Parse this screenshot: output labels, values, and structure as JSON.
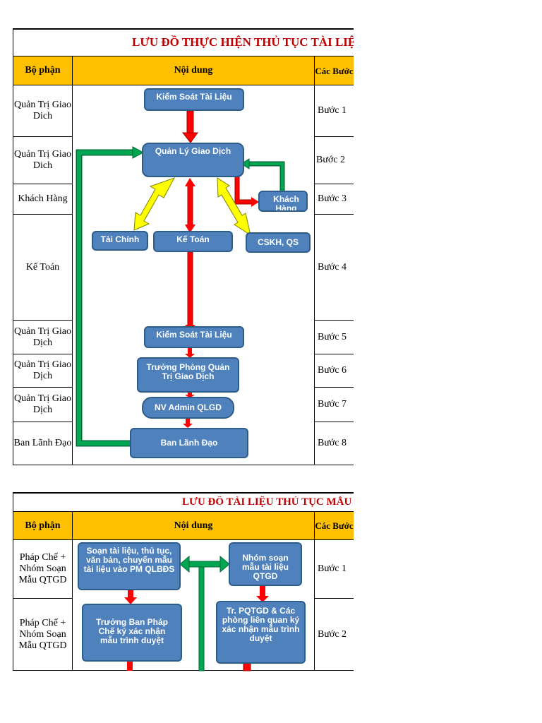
{
  "flow1": {
    "title": "LƯU ĐỒ THỰC HIỆN THỦ TỤC TÀI LIỆU",
    "headers": {
      "dept": "Bộ phận",
      "content": "Nội dung",
      "steps": "Các Bước"
    },
    "depts": [
      "Quản Trị Giao Dich",
      "Quản Trị Giao Dich",
      "Khách Hàng",
      "Kế Toán",
      "Quản Trị Giao Dịch",
      "Quản Trị Giao Dịch",
      "Quản Trị Giao Dịch",
      "Ban Lãnh Đạo"
    ],
    "steps": [
      "Bước 1",
      "Bước 2",
      "Bước 3",
      "Bước 4",
      "Bước 5",
      "Bước 6",
      "Bước 7",
      "Bước 8"
    ],
    "boxes": {
      "kiem_soat_1": "Kiểm Soát Tài Liệu",
      "quan_ly": "Quản Lý Giao Dịch",
      "khach_hang": "Khách Hàng",
      "tai_chinh": "Tài Chính",
      "ke_toan": "Kế Toán",
      "cskh": "CSKH, QS",
      "kiem_soat_2": "Kiểm Soát Tài Liệu",
      "truong_phong": "Trưởng Phòng Quản Trị Giao Dịch",
      "nv_admin": "NV Admin QLGD",
      "ban_lanh_dao": "Ban Lãnh Đạo"
    }
  },
  "flow2": {
    "title": "LƯU ĐỒ TÀI LIỆU THỦ TỤC MẪU",
    "headers": {
      "dept": "Bộ phận",
      "content": "Nội dung",
      "steps": "Các Bước"
    },
    "depts": [
      "Pháp Chế + Nhóm Soạn Mẫu QTGD",
      "Pháp Chế + Nhóm Soạn Mẫu QTGD"
    ],
    "steps": [
      "Bước 1",
      "Bước 2"
    ],
    "boxes": {
      "soan_tai_lieu": "Soạn tài liệu, thủ tục, văn bản, chuyển mẫu tài liệu vào PM QLBĐS",
      "nhom_soan": "Nhóm soạn mẫu tài liệu QTGD",
      "truong_ban": "Trưởng Ban Pháp Chế ký xác nhận mẫu trình duyệt",
      "tr_pqtgd": "Tr. PQTGD & Các phòng liên quan ký xác nhận mẫu trình duyệt"
    }
  },
  "colors": {
    "box_fill": "#4f81bd",
    "header_fill": "#ffc000",
    "title": "#c00000",
    "arrow_red": "#ff0000",
    "arrow_green": "#00a651",
    "arrow_yellow": "#ffff00"
  }
}
